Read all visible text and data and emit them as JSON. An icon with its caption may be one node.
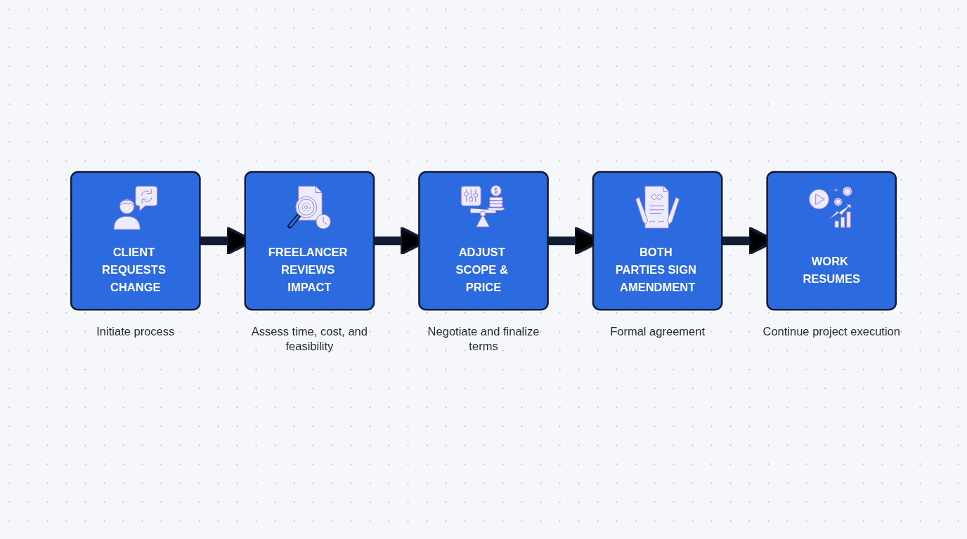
{
  "diagram": {
    "nodes": [
      {
        "text": [
          "CLIENT REQUESTS CHANGE"
        ],
        "beside": [
          "Initiate process"
        ]
      },
      {
        "text": [
          "FREELANCER REVIEWS IMPACT"
        ],
        "beside": [
          "Assess time, cost, and feasibility"
        ]
      },
      {
        "text": [
          "ADJUST SCOPE & PRICE"
        ],
        "beside": [
          "Negotiate and finalize terms"
        ]
      },
      {
        "text": [
          "BOTH PARTIES SIGN AMENDMENT"
        ],
        "beside": [
          "Formal agreement"
        ]
      },
      {
        "text": [
          "WORK RESUMES"
        ],
        "beside": [
          "Continue project execution"
        ]
      }
    ],
    "edges": [
      {
        "from": 0,
        "to": 1,
        "arrow": "to"
      },
      {
        "from": 1,
        "to": 2,
        "arrow": "to"
      },
      {
        "from": 2,
        "to": 3,
        "arrow": "to"
      },
      {
        "from": 3,
        "to": 4,
        "arrow": "to"
      }
    ]
  }
}
